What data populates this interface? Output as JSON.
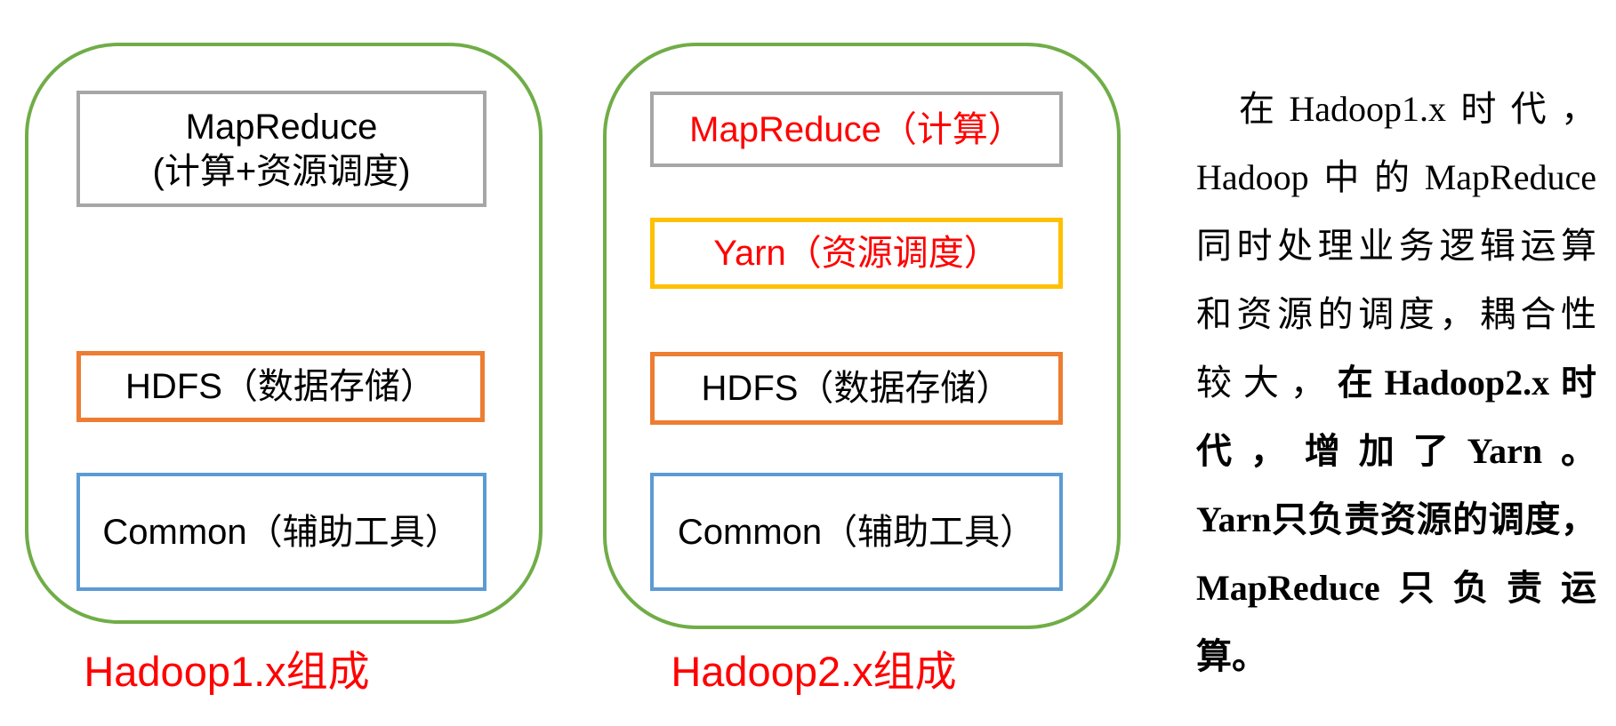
{
  "colors": {
    "container_green": "#70AD47",
    "mapreduce_gray": "#A6A6A6",
    "hdfs_orange": "#ED7D31",
    "common_blue": "#5B9BD5",
    "yarn_gold": "#FFC000",
    "highlight_red": "#FF0000",
    "text_black": "#000000",
    "background": "#FFFFFF"
  },
  "hadoop1": {
    "caption": "Hadoop1.x组成",
    "mapreduce_line1": "MapReduce",
    "mapreduce_line2": "(计算+资源调度)",
    "hdfs": "HDFS（数据存储）",
    "common": "Common（辅助工具）"
  },
  "hadoop2": {
    "caption": "Hadoop2.x组成",
    "mapreduce": "MapReduce（计算）",
    "yarn": "Yarn（资源调度）",
    "hdfs": "HDFS（数据存储）",
    "common": "Common（辅助工具）"
  },
  "paragraph": {
    "lines": [
      {
        "normal": "在Hadoop1.x时代，",
        "bold": ""
      },
      {
        "normal": "Hadoop中的MapReduce",
        "bold": ""
      },
      {
        "normal": "同时处理业务逻辑运算",
        "bold": ""
      },
      {
        "normal": "和资源的调度，耦合性",
        "bold": ""
      },
      {
        "normal": "较大，",
        "bold": "在Hadoop2.x时"
      },
      {
        "normal": "",
        "bold": "代，增加了Yarn。"
      },
      {
        "normal": "",
        "bold": "Yarn只负责资源的调度，"
      },
      {
        "normal": "",
        "bold": "MapReduce只负责运"
      },
      {
        "normal": "",
        "bold": "算。"
      }
    ]
  }
}
